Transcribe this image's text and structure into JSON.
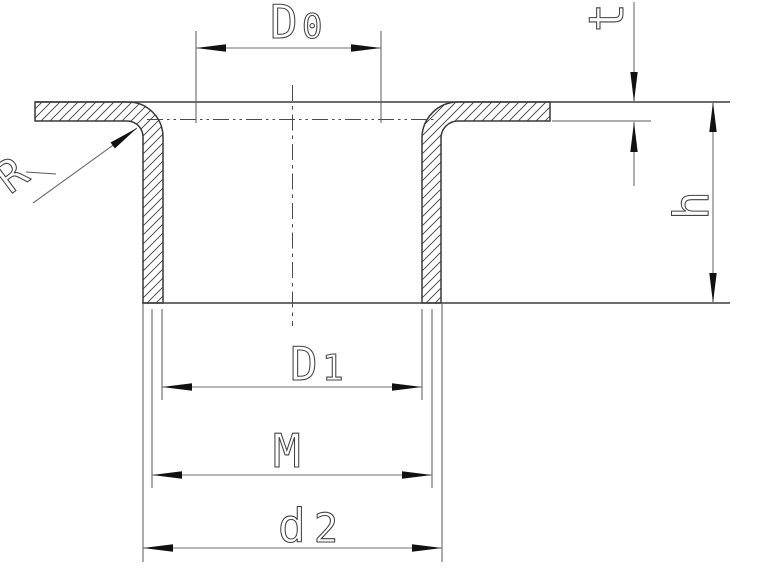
{
  "drawing": {
    "type": "engineering-cross-section",
    "subject": "flanged-hole-collar-dimensions",
    "labels": {
      "d0_main": "D",
      "d0_sub": "0",
      "t": "t",
      "r": "R",
      "h": "h",
      "d1_main": "D",
      "d1_sub": "1",
      "m": "M",
      "d2_main": "d",
      "d2_sub": "2"
    },
    "colors": {
      "background": "#ffffff",
      "outline": "#3c3c3c",
      "dimension_line": "#707070",
      "extension_line": "#5a5a5a",
      "arrowhead": "#111111",
      "label_stroke": "#424242"
    }
  }
}
